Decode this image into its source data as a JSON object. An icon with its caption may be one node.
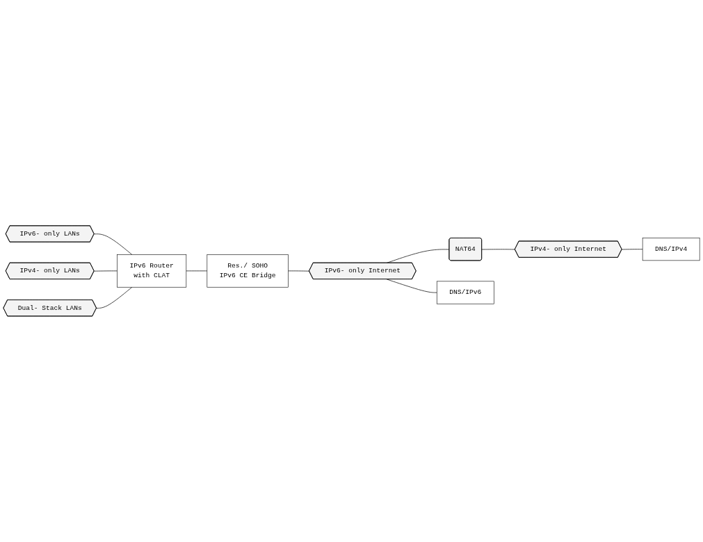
{
  "diagram": {
    "nodes": [
      {
        "text": [
          "Res./ SOHO",
          "IPv6 CE Bridge"
        ]
      },
      {
        "text": [
          "IPv6- only Internet"
        ]
      },
      {
        "text": [
          "NAT64"
        ]
      },
      {
        "text": [
          "IPv4- only Internet"
        ]
      },
      {
        "text": [
          "DNS/IPv6"
        ]
      },
      {
        "text": [
          "DNS/IPv4"
        ]
      },
      {
        "text": [
          "IPv6 Router",
          "with CLAT"
        ]
      },
      {
        "text": [
          "IPv6- only LANs"
        ]
      },
      {
        "text": [
          "IPv4- only LANs"
        ]
      },
      {
        "text": [
          "Dual- Stack LANs"
        ]
      }
    ],
    "edges": [
      {
        "from": 0,
        "to": 1,
        "arrow": "none"
      },
      {
        "from": 1,
        "to": 2,
        "arrow": "none"
      },
      {
        "from": 2,
        "to": 3,
        "arrow": "none"
      },
      {
        "from": 1,
        "to": 4,
        "arrow": "none"
      },
      {
        "from": 3,
        "to": 5,
        "arrow": "none"
      },
      {
        "from": 6,
        "to": 0,
        "arrow": "none"
      },
      {
        "from": 7,
        "to": 6,
        "arrow": "none"
      },
      {
        "from": 8,
        "to": 6,
        "arrow": "none"
      },
      {
        "from": 9,
        "to": 6,
        "arrow": "none"
      }
    ]
  }
}
